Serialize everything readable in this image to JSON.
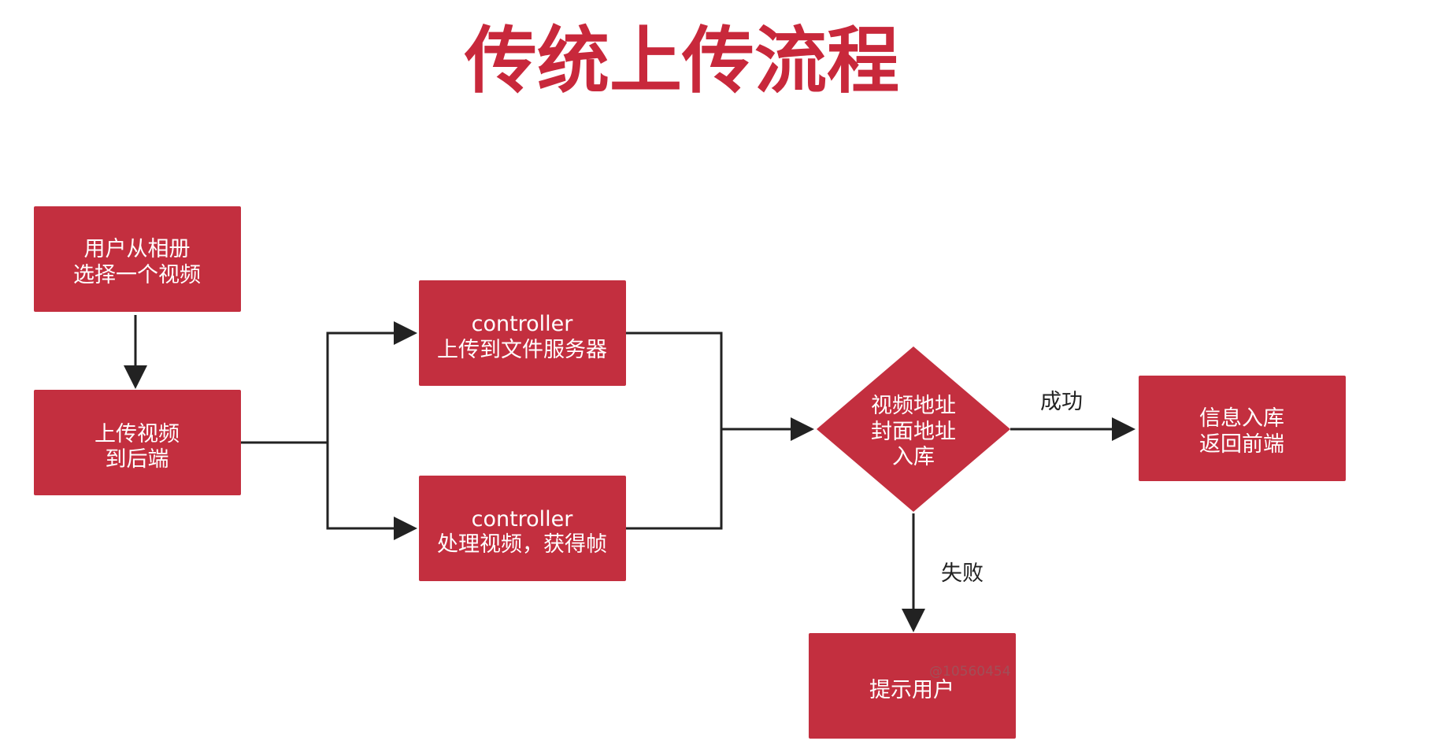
{
  "title": "传统上传流程",
  "colors": {
    "accent": "#c8283b",
    "node_fill": "#c32f3f",
    "node_text": "#ffffff",
    "edge": "#222222"
  },
  "nodes": {
    "select_video": [
      "用户从相册",
      "选择一个视频"
    ],
    "upload_backend": [
      "上传视频",
      "到后端"
    ],
    "upload_file_server": [
      "controller",
      "上传到文件服务器"
    ],
    "process_frames": [
      "controller",
      "处理视频，获得帧"
    ],
    "decision_store": [
      "视频地址",
      "封面地址",
      "入库"
    ],
    "save_return": [
      "信息入库",
      "返回前端"
    ],
    "notify_user": [
      "提示用户"
    ]
  },
  "edges": {
    "success_label": "成功",
    "failure_label": "失败"
  },
  "watermark": "@10560454"
}
